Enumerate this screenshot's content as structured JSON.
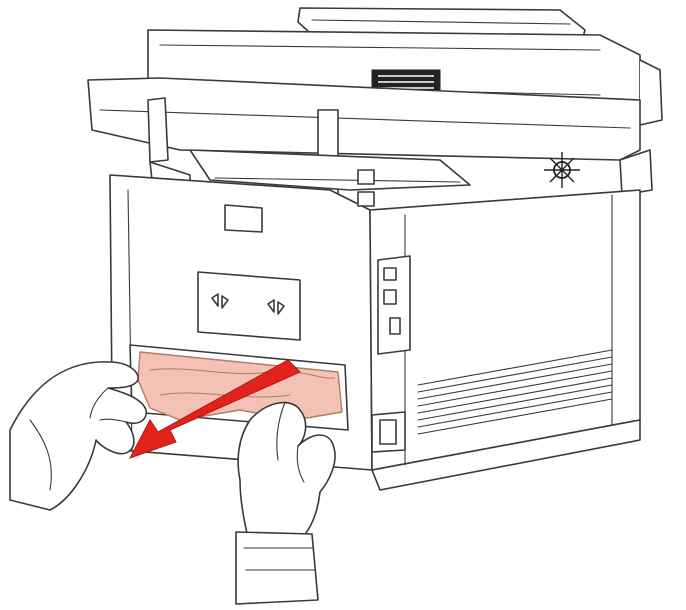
{
  "figure": {
    "subject": "printer-rear-paper-jam-removal",
    "colors": {
      "line": "#3a3a3a",
      "paper": "#f4c2b4",
      "paper_edge": "#b27a6a",
      "arrow": "#e3231b",
      "background": "#ffffff"
    },
    "icons": [
      "printer",
      "jammed-paper",
      "pull-arrow",
      "left-hand",
      "right-hand",
      "laser-warning-icon"
    ]
  }
}
